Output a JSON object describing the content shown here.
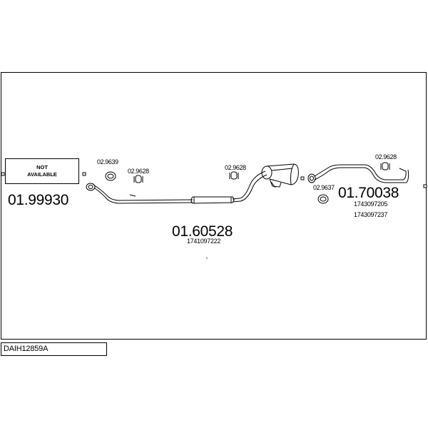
{
  "diagram_code": "DAIH12859A",
  "not_available": {
    "line1": "NOT",
    "line2": "AVAILABLE"
  },
  "parts": {
    "front": {
      "code": "01.99930"
    },
    "middle": {
      "code": "01.60528",
      "oe_numbers": [
        "1741097222"
      ]
    },
    "rear": {
      "code": "01.70038",
      "oe_numbers": [
        "1743097205",
        "1743097237"
      ]
    }
  },
  "accessories": {
    "gasket_a": "02.9639",
    "hanger_a": "02.9628",
    "hanger_b": "02.9628",
    "hanger_c": "02.9628",
    "gasket_b": "02.9637"
  },
  "colors": {
    "line": "#000000",
    "background": "#ffffff"
  }
}
